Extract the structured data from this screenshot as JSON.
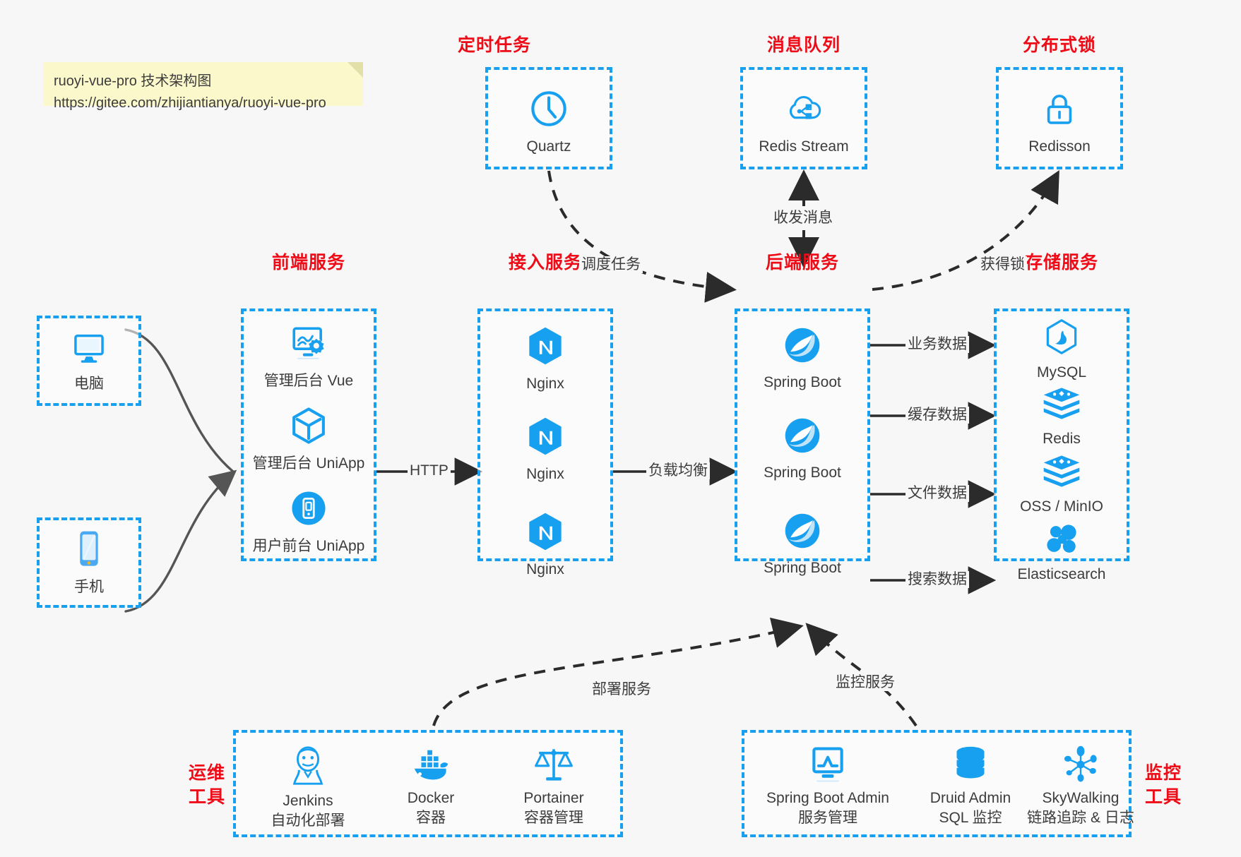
{
  "note": {
    "line1": "ruoyi-vue-pro 技术架构图",
    "line2": "https://gitee.com/zhijiantianya/ruoyi-vue-pro"
  },
  "colors": {
    "accent_blue": "#18a0f0",
    "title_red": "#ed0c17",
    "background": "#f7f7f7",
    "note_yellow": "#fbf8cc",
    "arrow_dark": "#2b2b2b",
    "curve_gray": "#555555"
  },
  "groups": {
    "scheduler": {
      "title": "定时任务",
      "nodes": [
        {
          "label": "Quartz",
          "icon": "clock-icon"
        }
      ]
    },
    "mq": {
      "title": "消息队列",
      "nodes": [
        {
          "label": "Redis Stream",
          "icon": "cloud-stream-icon"
        }
      ]
    },
    "lock": {
      "title": "分布式锁",
      "nodes": [
        {
          "label": "Redisson",
          "icon": "lock-icon"
        }
      ]
    },
    "clients": {
      "nodes": [
        {
          "label": "电脑",
          "icon": "desktop-icon"
        },
        {
          "label": "手机",
          "icon": "mobile-icon"
        }
      ]
    },
    "frontend": {
      "title": "前端服务",
      "nodes": [
        {
          "label": "管理后台 Vue",
          "icon": "dashboard-gear-icon"
        },
        {
          "label": "管理后台 UniApp",
          "icon": "cube-icon"
        },
        {
          "label": "用户前台 UniApp",
          "icon": "app-phone-icon"
        }
      ]
    },
    "gateway": {
      "title": "接入服务",
      "nodes": [
        {
          "label": "Nginx",
          "icon": "nginx-icon"
        },
        {
          "label": "Nginx",
          "icon": "nginx-icon"
        },
        {
          "label": "Nginx",
          "icon": "nginx-icon"
        }
      ]
    },
    "backend": {
      "title": "后端服务",
      "nodes": [
        {
          "label": "Spring Boot",
          "icon": "spring-boot-icon"
        },
        {
          "label": "Spring Boot",
          "icon": "spring-boot-icon"
        },
        {
          "label": "Spring Boot",
          "icon": "spring-boot-icon"
        }
      ]
    },
    "storage": {
      "title": "存储服务",
      "nodes": [
        {
          "label": "MySQL",
          "icon": "mysql-icon"
        },
        {
          "label": "Redis",
          "icon": "redis-icon"
        },
        {
          "label": "OSS / MinIO",
          "icon": "redis-icon"
        },
        {
          "label": "Elasticsearch",
          "icon": "elasticsearch-icon"
        }
      ]
    },
    "devops": {
      "title_line1": "运维",
      "title_line2": "工具",
      "nodes": [
        {
          "name": "Jenkins",
          "desc": "自动化部署",
          "icon": "jenkins-icon"
        },
        {
          "name": "Docker",
          "desc": "容器",
          "icon": "docker-icon"
        },
        {
          "name": "Portainer",
          "desc": "容器管理",
          "icon": "scales-icon"
        }
      ]
    },
    "monitoring": {
      "title_line1": "监控",
      "title_line2": "工具",
      "nodes": [
        {
          "name": "Spring Boot Admin",
          "desc": "服务管理",
          "icon": "monitor-chart-icon"
        },
        {
          "name": "Druid Admin",
          "desc": "SQL 监控",
          "icon": "database-icon"
        },
        {
          "name": "SkyWalking",
          "desc": "链路追踪 & 日志",
          "icon": "skywalking-icon"
        }
      ]
    }
  },
  "edges": [
    {
      "id": "http",
      "label": "HTTP"
    },
    {
      "id": "load-balance",
      "label": "负载均衡"
    },
    {
      "id": "business-data",
      "label": "业务数据"
    },
    {
      "id": "cache-data",
      "label": "缓存数据"
    },
    {
      "id": "file-data",
      "label": "文件数据"
    },
    {
      "id": "search-data",
      "label": "搜索数据"
    },
    {
      "id": "schedule-task",
      "label": "调度任务"
    },
    {
      "id": "send-receive-message",
      "label": "收发消息"
    },
    {
      "id": "acquire-lock",
      "label": "获得锁"
    },
    {
      "id": "deploy-service",
      "label": "部署服务"
    },
    {
      "id": "monitor-service",
      "label": "监控服务"
    }
  ]
}
